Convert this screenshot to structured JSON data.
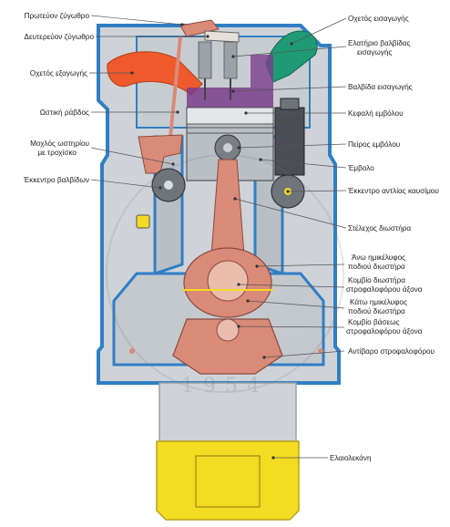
{
  "labels": {
    "primary_yoke": "Πρωτεύον ζύγωθρο",
    "secondary_yoke": "Δευτερεύον ζύγωθρο",
    "exhaust_duct": "Οχετός εξαγωγής",
    "push_rod": "Ωστική ράβδος",
    "roller_lever_1": "Μοχλός ωστηρίου",
    "roller_lever_2": "με τροχίσκο",
    "camshaft": "Έκκεντρο βαλβίδων",
    "intake_duct": "Οχετός εισαγωγής",
    "intake_spring_1": "Ελατήριο βαλβίδας",
    "intake_spring_2": "εισαγωγής",
    "intake_valve": "Βαλβίδα εισαγωγής",
    "piston_head": "Κεφαλή εμβόλου",
    "piston_pin": "Πείρος εμβόλου",
    "piston": "Έμβολο",
    "fuel_pump_cam": "Έκκεντρο αντλίας καυσίμου",
    "rod_shank": "Στέλεχος διωστήρα",
    "upper_half_1": "Άνω ημικέλυφος",
    "upper_half_2": "ποδιού διωστήρα",
    "crank_bearing_1": "Κομβίο διωστήρα",
    "crank_bearing_2": "στροφαλοφόρου άξονα",
    "lower_half_1": "Κάτω ημικέλυφος",
    "lower_half_2": "ποδιού διωστήρα",
    "main_bearing_1": "Κομβίο βάσεως",
    "main_bearing_2": "στροφαλοφόρου άξονα",
    "counterweight": "Αντίβαρο στροφαλοφόρου",
    "oil_sump": "Ελαιολεκάνη"
  },
  "watermark": {
    "year": "1954"
  },
  "colors": {
    "housing_blue": "#2f7fc4",
    "housing_gray": "#cfd3d8",
    "housing_dark": "#9aa1a8",
    "rod_red": "#d98a78",
    "exhaust_orange": "#ee5a2c",
    "intake_green": "#1e9a75",
    "purple": "#7a3d8c",
    "sump_yellow": "#f3dc22"
  }
}
